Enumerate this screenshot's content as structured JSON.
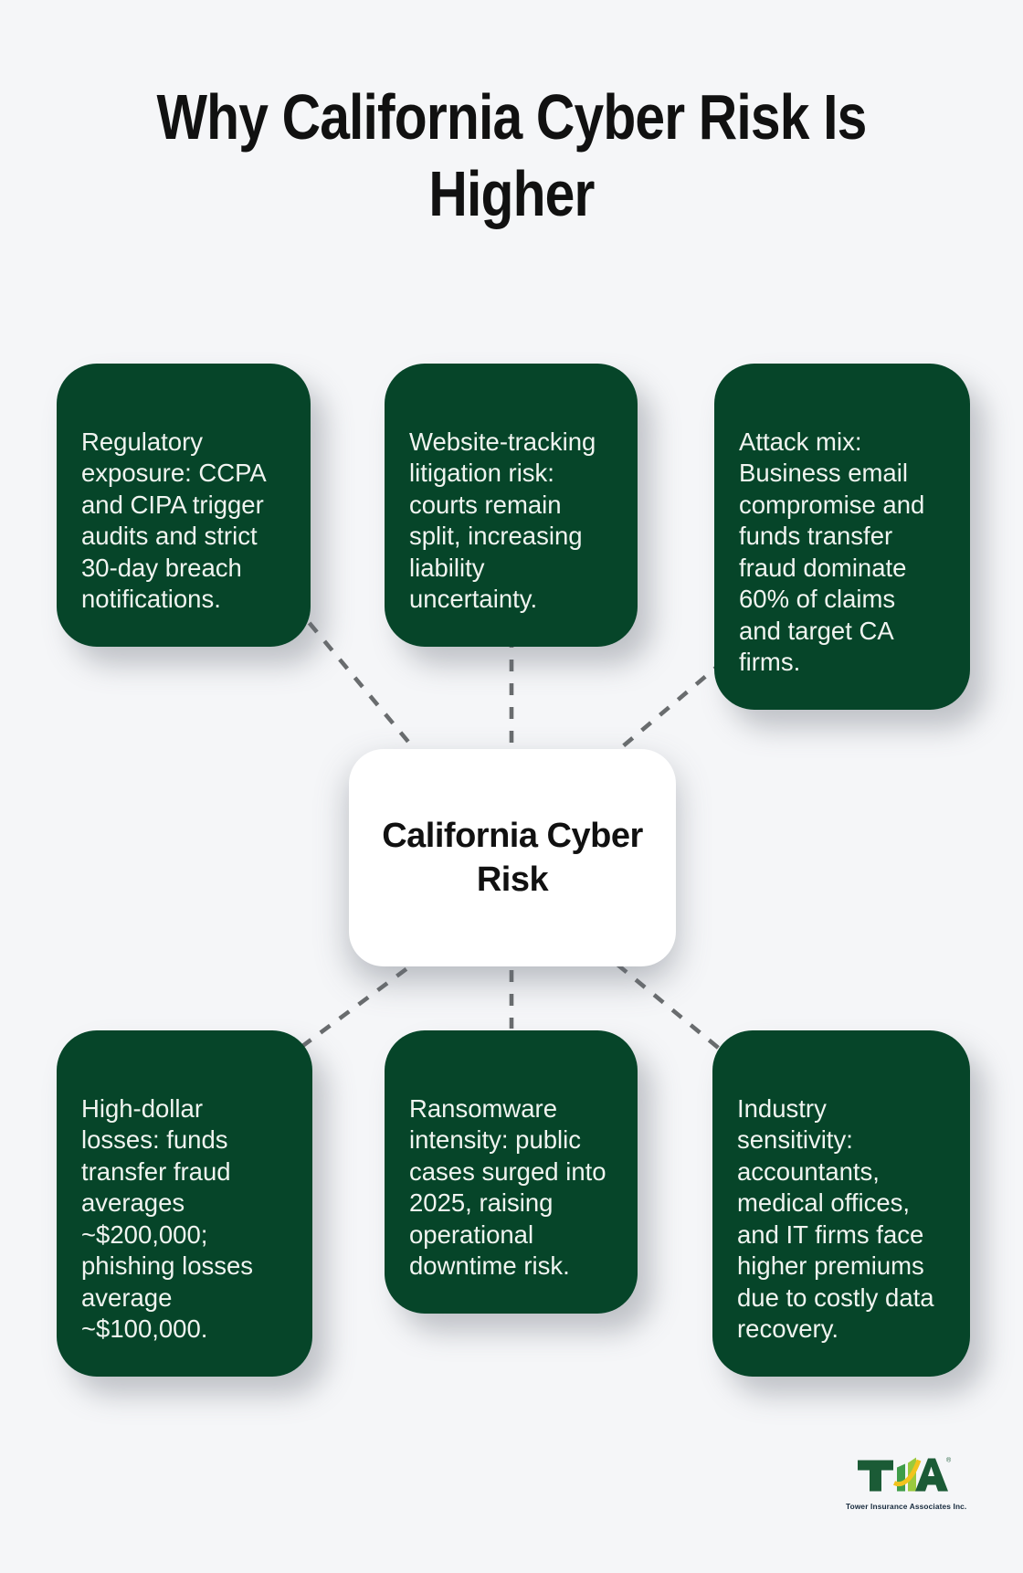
{
  "title": "Why California Cyber Risk Is\nHigher",
  "center": {
    "label": "California Cyber\nRisk"
  },
  "nodes": [
    {
      "id": "regulatory-exposure",
      "text": "Regulatory\nexposure: CCPA\nand CIPA trigger\naudits and strict\n30-day breach\nnotifications."
    },
    {
      "id": "website-tracking",
      "text": "Website-tracking\nlitigation risk:\ncourts remain\nsplit, increasing\nliability\nuncertainty."
    },
    {
      "id": "attack-mix",
      "text": "Attack mix:\nBusiness email\ncompromise and\nfunds transfer\nfraud dominate\n60% of claims\nand target CA\nfirms."
    },
    {
      "id": "high-dollar-losses",
      "text": "High-dollar\nlosses: funds\ntransfer fraud\naverages\n~$200,000;\nphishing losses\naverage\n~$100,000."
    },
    {
      "id": "ransomware-intensity",
      "text": "Ransomware\nintensity: public\ncases surged into\n2025, raising\noperational\ndowntime risk."
    },
    {
      "id": "industry-sensitivity",
      "text": "Industry\nsensitivity:\naccountants,\nmedical offices,\nand IT firms face\nhigher premiums\ndue to costly data\nrecovery."
    }
  ],
  "logo": {
    "text": "TIA",
    "registered": "®",
    "caption": "Tower Insurance Associates Inc."
  },
  "colors": {
    "bg": "#f5f6f8",
    "box_green": "#064529",
    "box_text": "#f0f4f0",
    "dash": "#696c6e",
    "title_color": "#111111",
    "logo_dark_green": "#1b5b36",
    "logo_mid_green": "#3f9d49",
    "logo_light_green": "#9aca3e",
    "logo_gold": "#f2c31d",
    "caption_color": "#15293c"
  }
}
